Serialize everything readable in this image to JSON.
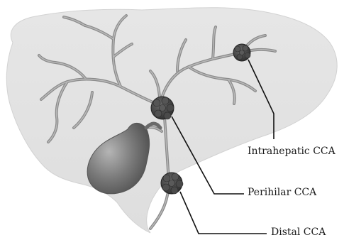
{
  "labels": {
    "intrahepatic": "Intrahepatic CCA",
    "perihilar": "Perihilar CCA",
    "distal": "Distal CCA"
  },
  "colors": {
    "liver_fill": "#e3e3e3",
    "liver_edge": "#cfcfcf",
    "duct": "#8a8a8a",
    "duct_light": "#a8a8a8",
    "tumor": "#4a4a4a",
    "gallbladder": "#777777",
    "leader": "#111111"
  }
}
